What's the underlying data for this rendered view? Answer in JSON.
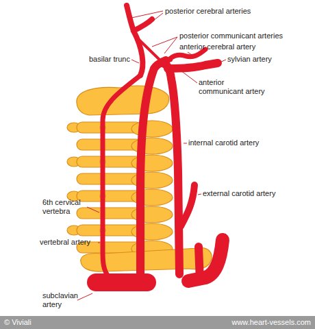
{
  "diagram": {
    "labels": [
      "posterior cerebral arteries",
      "posterior communicant arteries",
      "anterior cerebral artery",
      "basilar trunc",
      "sylvian artery",
      "anterior communicant artery",
      "internal carotid artery",
      "external carotid artery",
      "6th cervical vertebra",
      "vertebral artery",
      "subclavian artery",
      "© Viviali",
      "www.heart-vessels.com"
    ]
  }
}
